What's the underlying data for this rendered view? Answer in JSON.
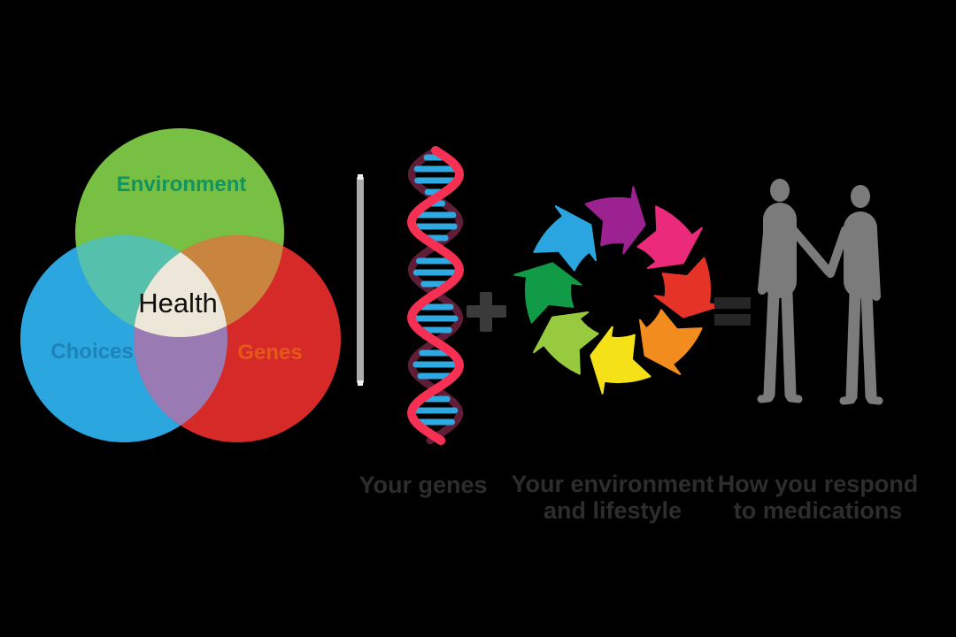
{
  "background": "#000000",
  "venn": {
    "labels": {
      "top": "Environment",
      "left": "Choices",
      "right": "Genes",
      "center": "Health"
    },
    "colors": {
      "top_circle": "#77c043",
      "left_circle": "#2ba6df",
      "right_circle": "#d52a28",
      "top_label": "#13945e",
      "left_label": "#1d83b9",
      "right_label": "#e5581c",
      "center_label": "#101010",
      "overlap_top_left": "#55c0ab",
      "overlap_top_right": "#c9853f",
      "overlap_bottom": "#9a7ab2",
      "overlap_center": "#ede7da"
    }
  },
  "divider": {
    "color": "#ababab",
    "cap_color": "#f0f0f0"
  },
  "dna": {
    "strand_front": "#f63053",
    "strand_back": "#5f1d38",
    "rung": "#2fa9e1"
  },
  "operators": {
    "plus_color": "#3a3a3a",
    "equals_color": "#262626"
  },
  "cycle": {
    "colors": [
      "#9c2191",
      "#ec2a7c",
      "#e53427",
      "#f28c1e",
      "#f5e118",
      "#97ca3e",
      "#129b47",
      "#2aa5e0"
    ]
  },
  "people": {
    "color": "#7b7b7b"
  },
  "captions": {
    "color": "#2d2d2d",
    "genes": {
      "line1": "Your genes"
    },
    "environment": {
      "line1": "Your environment",
      "line2": "and lifestyle"
    },
    "response": {
      "line1": "How you respond",
      "line2": "to medications"
    }
  }
}
